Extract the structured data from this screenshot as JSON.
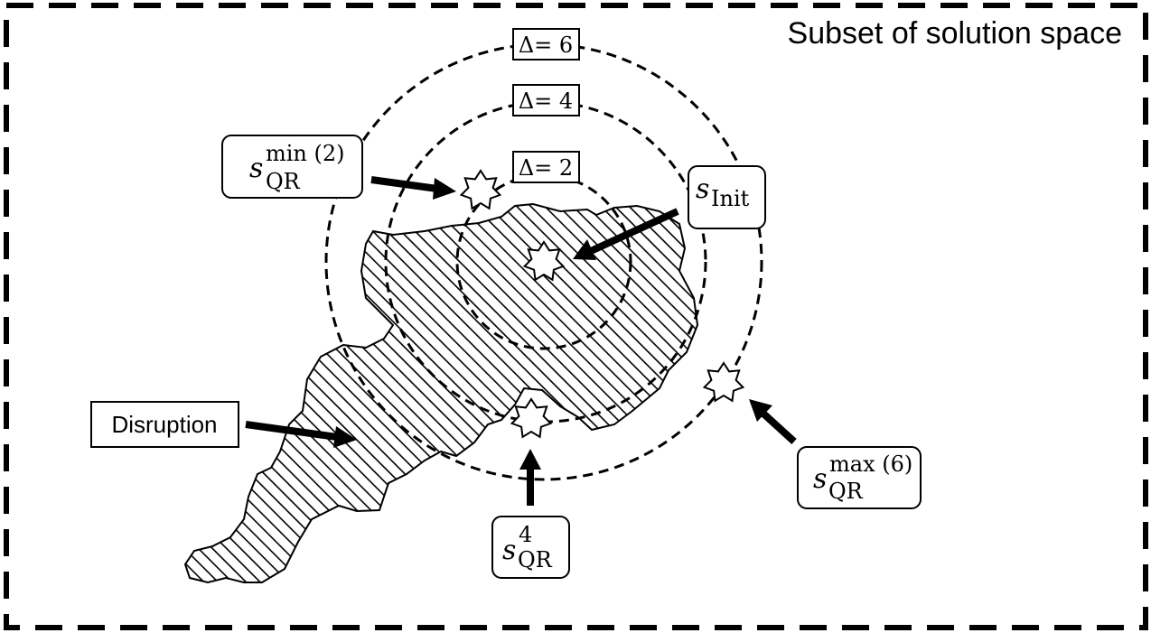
{
  "title": "Subset of solution space",
  "rings": [
    {
      "label": "Δ= 6"
    },
    {
      "label": "Δ= 4"
    },
    {
      "label": "Δ= 2"
    }
  ],
  "labels": {
    "disruption": "Disruption",
    "s_init": {
      "base": "s",
      "sub": "Init"
    },
    "s_qr_min": {
      "base": "s",
      "sup": "min (2)",
      "sub": "QR"
    },
    "s_qr_4": {
      "base": "s",
      "sup": "4",
      "sub": "QR"
    },
    "s_qr_max": {
      "base": "s",
      "sup": "max (6)",
      "sub": "QR"
    }
  },
  "colors": {
    "ink": "#000000",
    "paper": "#ffffff"
  }
}
